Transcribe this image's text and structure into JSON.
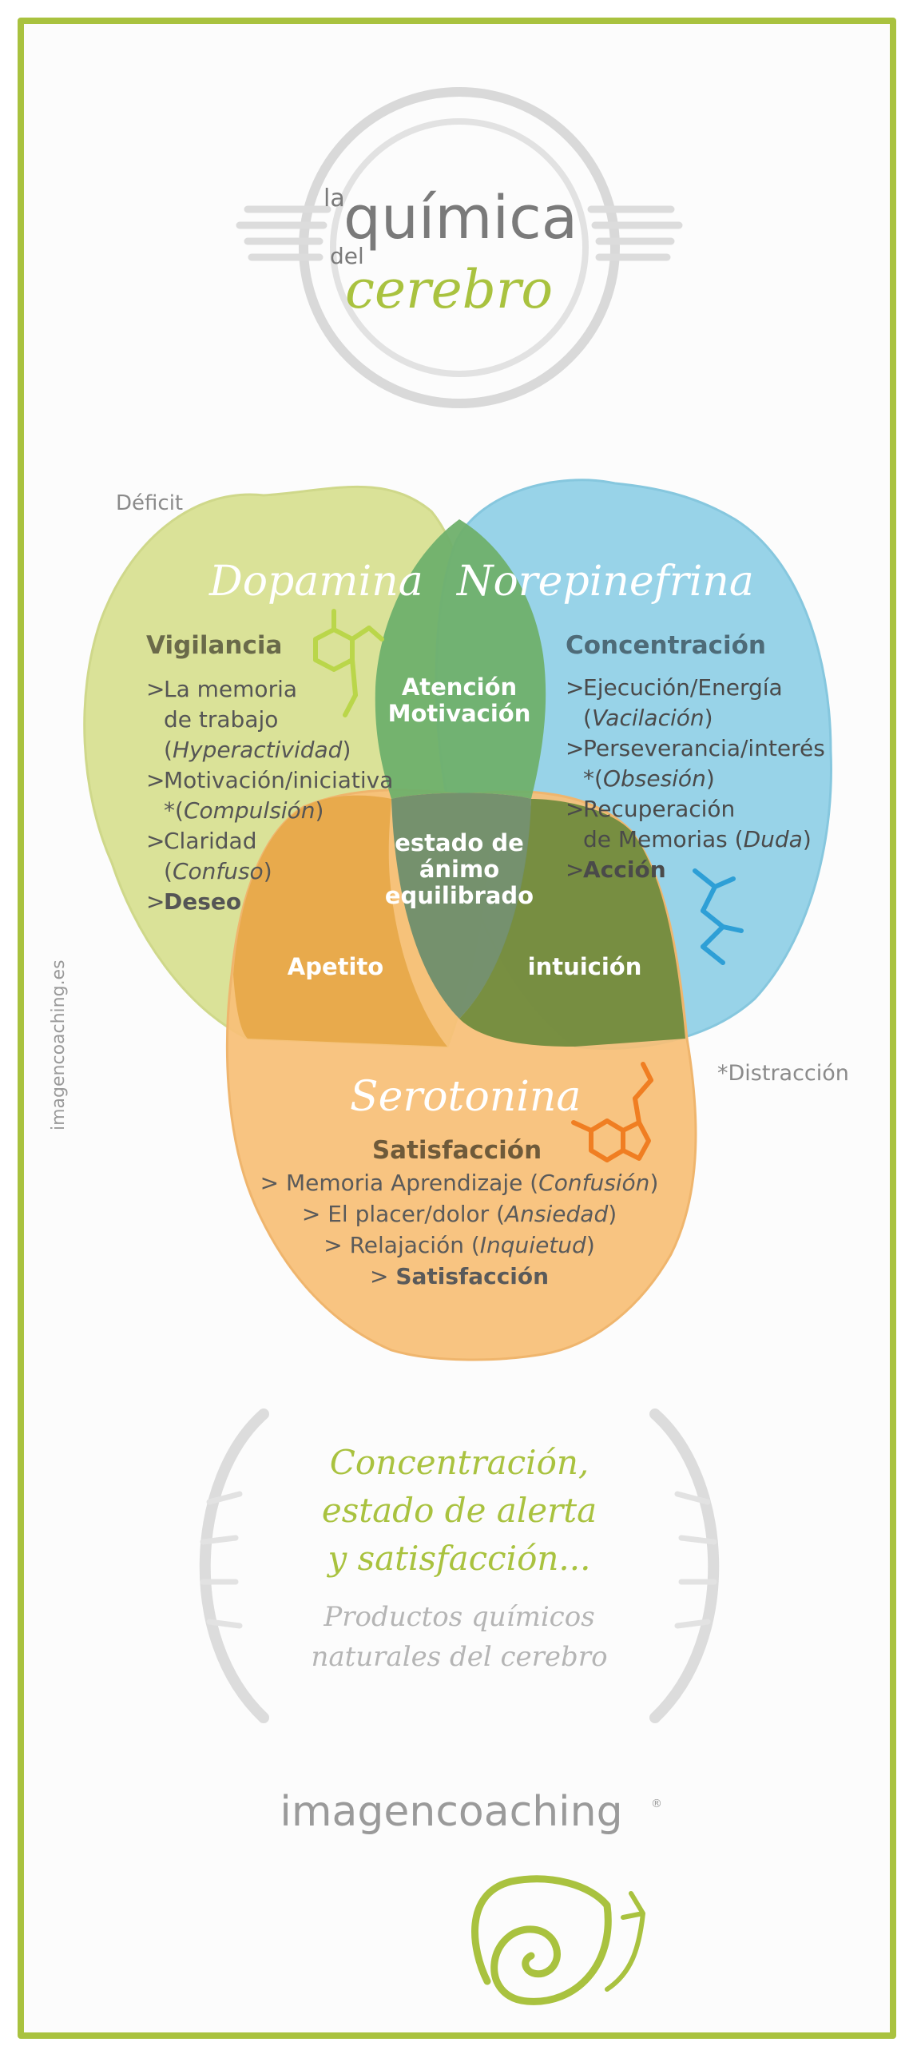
{
  "header": {
    "la": "la",
    "quimica": "química",
    "del": "del",
    "cerebro": "cerebro"
  },
  "labels": {
    "deficit": "Déficit",
    "distraccion": "*Distracción",
    "side_url": "imagencoaching.es"
  },
  "dopamina": {
    "name": "Dopamina",
    "heading": "Vigilancia",
    "items": [
      {
        "marker": ">",
        "lines": [
          [
            {
              "t": "La memoria"
            }
          ],
          [
            {
              "t": "de trabajo"
            }
          ],
          [
            {
              "t": "("
            },
            {
              "t": "Hyperactividad",
              "i": true
            },
            {
              "t": ")"
            }
          ]
        ]
      },
      {
        "marker": ">",
        "lines": [
          [
            {
              "t": "Motivación/iniciativa"
            }
          ],
          [
            {
              "t": "*("
            },
            {
              "t": "Compulsión",
              "i": true
            },
            {
              "t": ")"
            }
          ]
        ]
      },
      {
        "marker": ">",
        "lines": [
          [
            {
              "t": "Claridad"
            }
          ],
          [
            {
              "t": "("
            },
            {
              "t": "Confuso",
              "i": true
            },
            {
              "t": ")"
            }
          ]
        ]
      },
      {
        "marker": ">",
        "lines": [
          [
            {
              "t": "Deseo",
              "b": true
            }
          ]
        ]
      }
    ]
  },
  "norepinefrina": {
    "name": "Norepinefrina",
    "heading": "Concentración",
    "items": [
      {
        "marker": ">",
        "lines": [
          [
            {
              "t": "Ejecución/Energía"
            }
          ],
          [
            {
              "t": "("
            },
            {
              "t": "Vacilación",
              "i": true
            },
            {
              "t": ")"
            }
          ]
        ]
      },
      {
        "marker": ">",
        "lines": [
          [
            {
              "t": "Perseverancia/interés"
            }
          ],
          [
            {
              "t": "*("
            },
            {
              "t": "Obsesión",
              "i": true
            },
            {
              "t": ")"
            }
          ]
        ]
      },
      {
        "marker": ">",
        "lines": [
          [
            {
              "t": "Recuperación"
            }
          ],
          [
            {
              "t": "de Memorias ("
            },
            {
              "t": "Duda",
              "i": true
            },
            {
              "t": ")"
            }
          ]
        ]
      },
      {
        "marker": ">",
        "lines": [
          [
            {
              "t": "Acción",
              "b": true
            }
          ]
        ]
      }
    ]
  },
  "serotonina": {
    "name": "Serotonina",
    "heading": "Satisfacción",
    "lines": [
      [
        {
          "t": "> Memoria Aprendizaje ("
        },
        {
          "t": "Confusión",
          "i": true
        },
        {
          "t": ")"
        }
      ],
      [
        {
          "t": "> El placer/dolor ("
        },
        {
          "t": "Ansiedad",
          "i": true
        },
        {
          "t": ")"
        }
      ],
      [
        {
          "t": "> Relajación ("
        },
        {
          "t": "Inquietud",
          "i": true
        },
        {
          "t": ")"
        }
      ],
      [
        {
          "t": "> "
        },
        {
          "t": "Satisfacción",
          "b": true
        }
      ]
    ]
  },
  "overlaps": {
    "atencion": [
      "Atención",
      "Motivación"
    ],
    "center": [
      "estado de",
      "ánimo",
      "equilibrado"
    ],
    "apetito": "Apetito",
    "intuicion": "intuición"
  },
  "bottom": {
    "tagline": [
      "Concentración,",
      "estado de alerta",
      "y satisfacción..."
    ],
    "subtitle": [
      "Productos químicos",
      "naturales del cerebro"
    ],
    "brand": "imagencoaching",
    "brand_mark": "®"
  },
  "colors": {
    "green": "#a9c23f",
    "dopamina_fill": "#d7e08f",
    "norepi_fill": "#8fcfe6",
    "sero_fill": "#f8bf77",
    "overlap_green": "#6fb06b",
    "overlap_olive": "#6d8a3c",
    "overlap_orange": "#e7a94a",
    "overlap_dark": "#72906d",
    "text_gray": "#6e6e6e",
    "light_gray": "#cfcfcf"
  }
}
